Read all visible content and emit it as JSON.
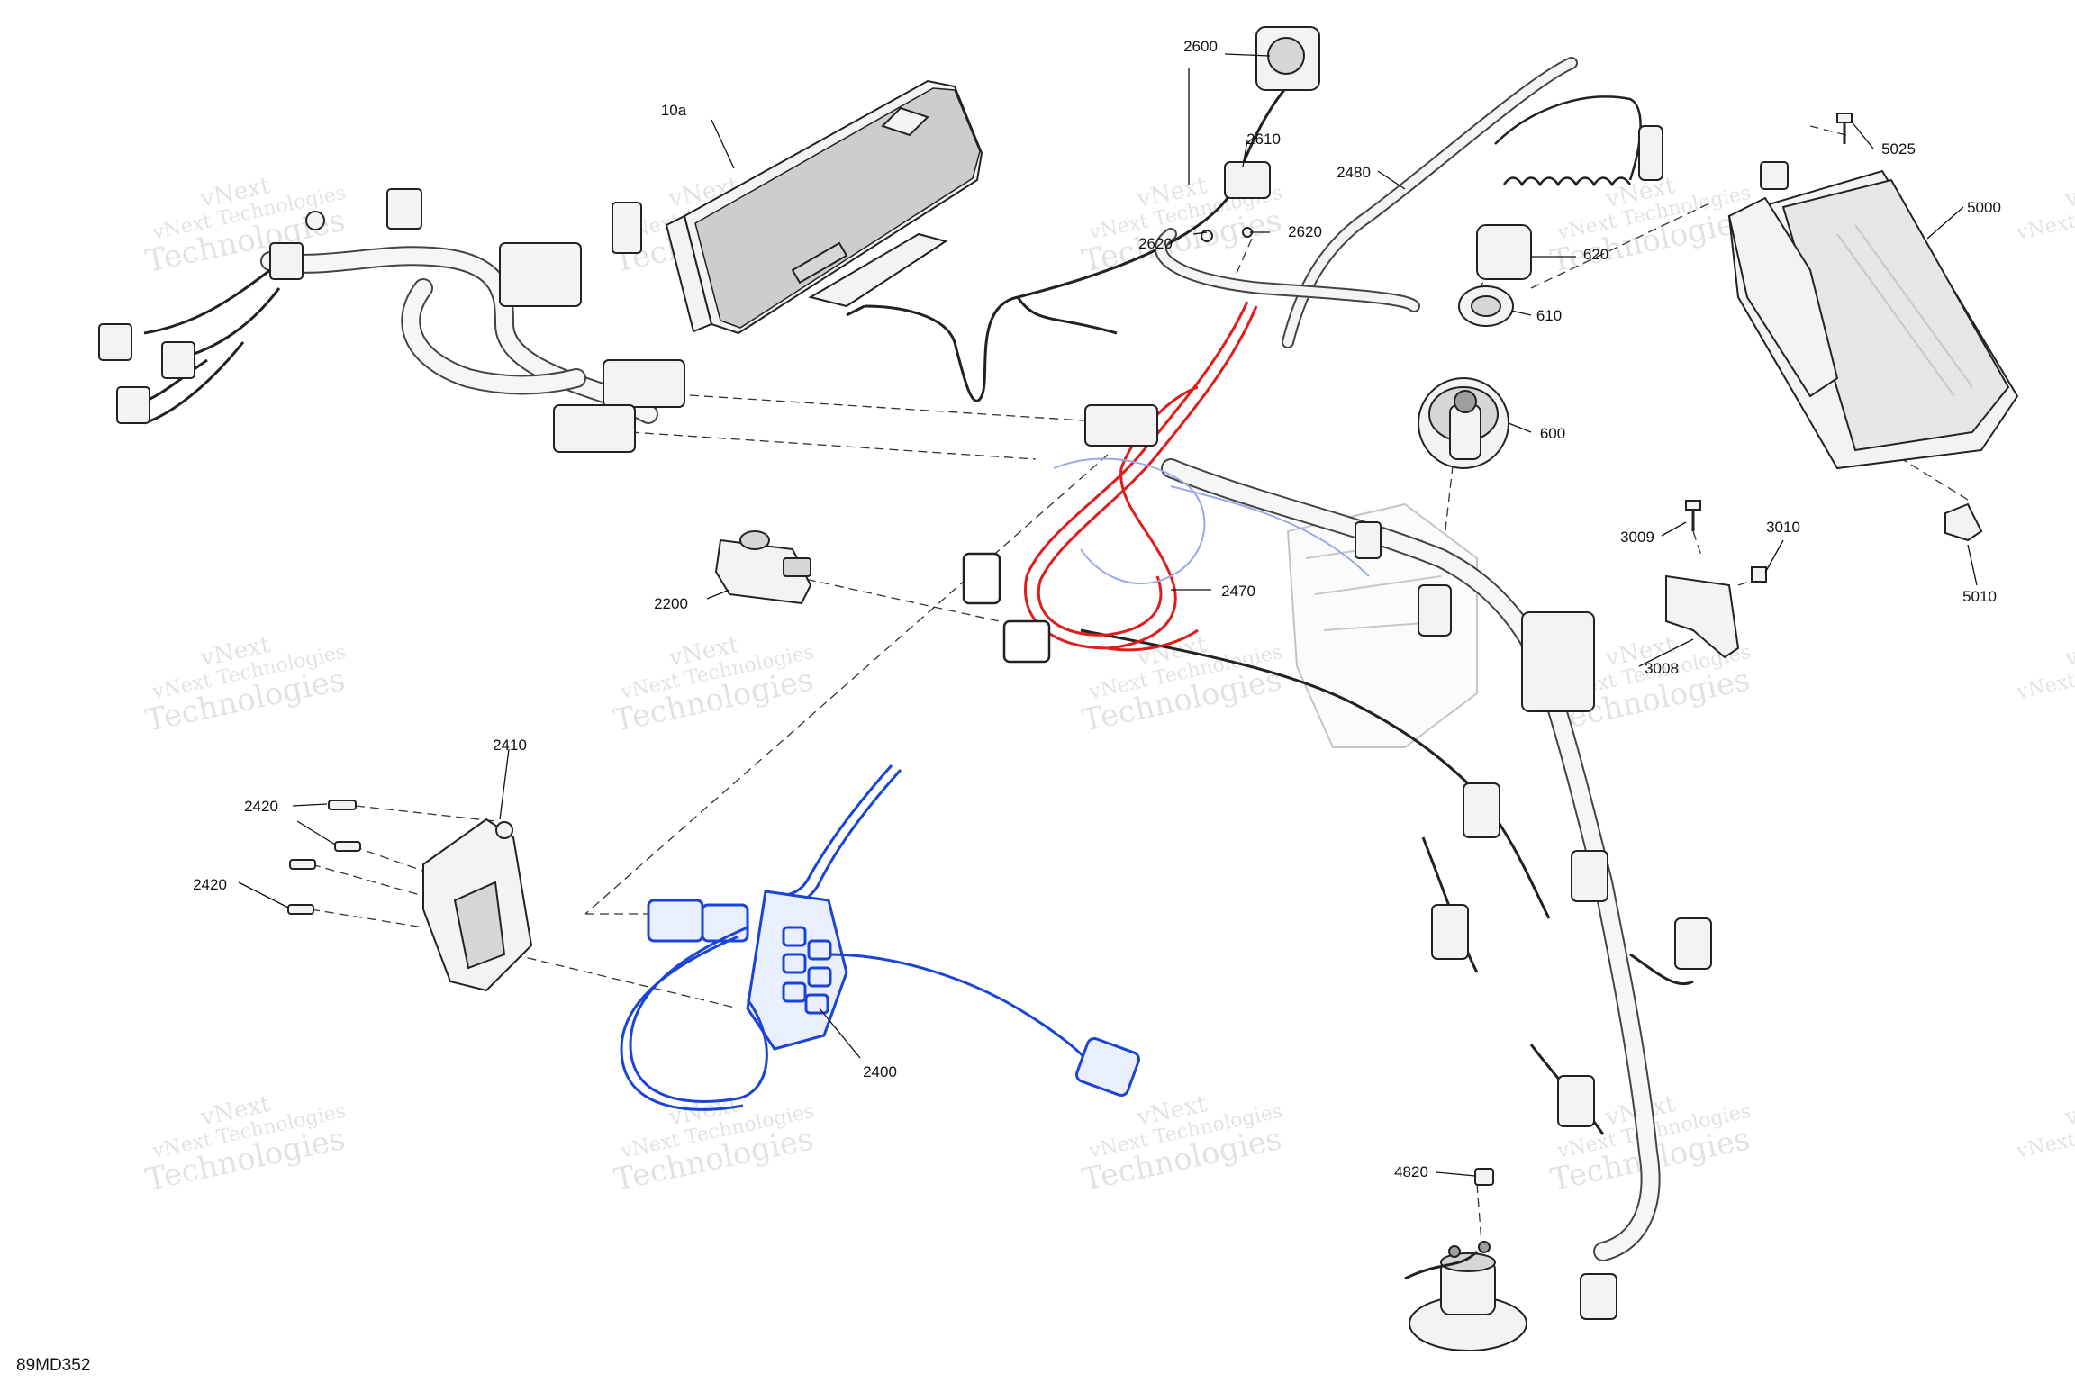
{
  "diagram_code": "89MD352",
  "watermark": {
    "line1": "vNext",
    "line2": "Technologies",
    "line3": "vNext Technologies"
  },
  "callouts": {
    "c10a": "10a",
    "c2600": "2600",
    "c2610": "2610",
    "c2620a": "2620",
    "c2620b": "2620",
    "c2480": "2480",
    "c620": "620",
    "c610": "610",
    "c600": "600",
    "c5025": "5025",
    "c5000": "5000",
    "c3009": "3009",
    "c3010": "3010",
    "c3008": "3008",
    "c5010": "5010",
    "c2470": "2470",
    "c2200": "2200",
    "c2410": "2410",
    "c2420a": "2420",
    "c2420b": "2420",
    "c2400": "2400",
    "c4820": "4820"
  },
  "highlight_colors": {
    "red_part": "#e21b1b",
    "blue_part": "#1a44d8"
  }
}
